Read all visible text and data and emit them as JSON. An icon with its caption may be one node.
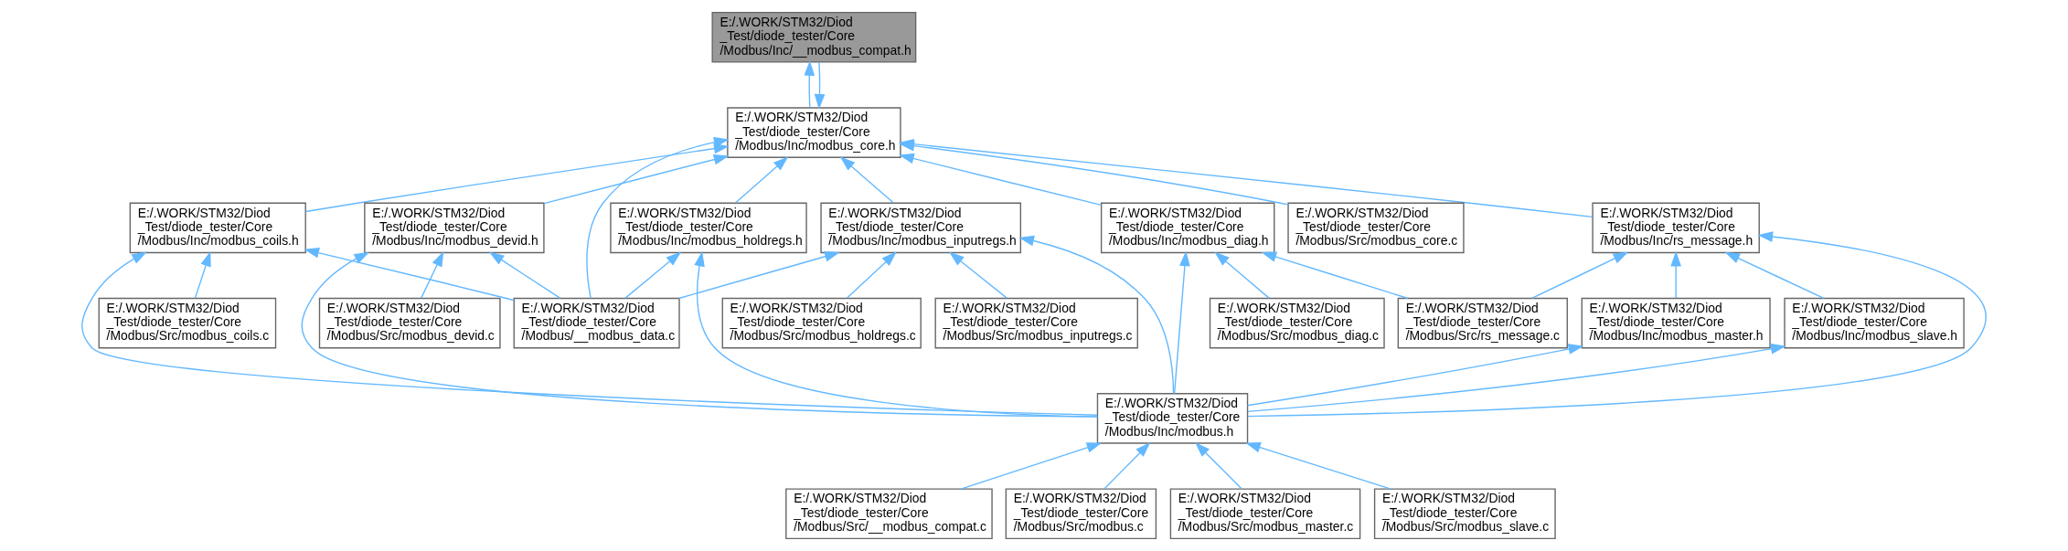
{
  "diagram": {
    "nodes": [
      {
        "text": [
          "E:/.WORK/STM32/Diod _Test/diode_tester/Core /Modbus/Inc/__modbus_compat.h"
        ]
      },
      {
        "text": [
          "E:/.WORK/STM32/Diod _Test/diode_tester/Core /Modbus/Inc/modbus_core.h"
        ]
      },
      {
        "text": [
          "E:/.WORK/STM32/Diod _Test/diode_tester/Core /Modbus/Inc/modbus_coils.h"
        ]
      },
      {
        "text": [
          "E:/.WORK/STM32/Diod _Test/diode_tester/Core /Modbus/Inc/modbus_devid.h"
        ]
      },
      {
        "text": [
          "E:/.WORK/STM32/Diod _Test/diode_tester/Core /Modbus/Inc/modbus_holdregs.h"
        ]
      },
      {
        "text": [
          "E:/.WORK/STM32/Diod _Test/diode_tester/Core /Modbus/Inc/modbus_inputregs.h"
        ]
      },
      {
        "text": [
          "E:/.WORK/STM32/Diod _Test/diode_tester/Core /Modbus/Inc/modbus_diag.h"
        ]
      },
      {
        "text": [
          "E:/.WORK/STM32/Diod _Test/diode_tester/Core /Modbus/Inc/rs_message.h"
        ]
      },
      {
        "text": [
          "E:/.WORK/STM32/Diod _Test/diode_tester/Core /Modbus/Src/modbus_core.c"
        ]
      },
      {
        "text": [
          "E:/.WORK/STM32/Diod _Test/diode_tester/Core /Modbus/Src/modbus_coils.c"
        ]
      },
      {
        "text": [
          "E:/.WORK/STM32/Diod _Test/diode_tester/Core /Modbus/Src/modbus_devid.c"
        ]
      },
      {
        "text": [
          "E:/.WORK/STM32/Diod _Test/diode_tester/Core /Modbus/__modbus_data.c"
        ]
      },
      {
        "text": [
          "E:/.WORK/STM32/Diod _Test/diode_tester/Core /Modbus/Src/modbus_holdregs.c"
        ]
      },
      {
        "text": [
          "E:/.WORK/STM32/Diod _Test/diode_tester/Core /Modbus/Src/modbus_inputregs.c"
        ]
      },
      {
        "text": [
          "E:/.WORK/STM32/Diod _Test/diode_tester/Core /Modbus/Src/modbus_diag.c"
        ]
      },
      {
        "text": [
          "E:/.WORK/STM32/Diod _Test/diode_tester/Core /Modbus/Src/rs_message.c"
        ]
      },
      {
        "text": [
          "E:/.WORK/STM32/Diod _Test/diode_tester/Core /Modbus/Inc/modbus_master.h"
        ]
      },
      {
        "text": [
          "E:/.WORK/STM32/Diod _Test/diode_tester/Core /Modbus/Inc/modbus_slave.h"
        ]
      },
      {
        "text": [
          "E:/.WORK/STM32/Diod _Test/diode_tester/Core /Modbus/Inc/modbus.h"
        ]
      },
      {
        "text": [
          "E:/.WORK/STM32/Diod _Test/diode_tester/Core /Modbus/Src/__modbus_compat.c"
        ]
      },
      {
        "text": [
          "E:/.WORK/STM32/Diod _Test/diode_tester/Core /Modbus/Src/modbus.c"
        ]
      },
      {
        "text": [
          "E:/.WORK/STM32/Diod _Test/diode_tester/Core /Modbus/Src/modbus_master.c"
        ]
      },
      {
        "text": [
          "E:/.WORK/STM32/Diod _Test/diode_tester/Core /Modbus/Src/modbus_slave.c"
        ]
      }
    ],
    "edges": [
      {
        "from": 1,
        "to": 0,
        "arrow": "to"
      },
      {
        "from": 0,
        "to": 1,
        "arrow": "to"
      },
      {
        "from": 2,
        "to": 1,
        "arrow": "to"
      },
      {
        "from": 3,
        "to": 1,
        "arrow": "to"
      },
      {
        "from": 4,
        "to": 1,
        "arrow": "to"
      },
      {
        "from": 5,
        "to": 1,
        "arrow": "to"
      },
      {
        "from": 6,
        "to": 1,
        "arrow": "to"
      },
      {
        "from": 7,
        "to": 1,
        "arrow": "to"
      },
      {
        "from": 8,
        "to": 1,
        "arrow": "to"
      },
      {
        "from": 11,
        "to": 1,
        "arrow": "to"
      },
      {
        "from": 9,
        "to": 2,
        "arrow": "to"
      },
      {
        "from": 11,
        "to": 2,
        "arrow": "to"
      },
      {
        "from": 18,
        "to": 2,
        "arrow": "to"
      },
      {
        "from": 10,
        "to": 3,
        "arrow": "to"
      },
      {
        "from": 11,
        "to": 3,
        "arrow": "to"
      },
      {
        "from": 18,
        "to": 3,
        "arrow": "to"
      },
      {
        "from": 11,
        "to": 4,
        "arrow": "to"
      },
      {
        "from": 18,
        "to": 4,
        "arrow": "to"
      },
      {
        "from": 11,
        "to": 5,
        "arrow": "to"
      },
      {
        "from": 12,
        "to": 5,
        "arrow": "to"
      },
      {
        "from": 13,
        "to": 5,
        "arrow": "to"
      },
      {
        "from": 18,
        "to": 5,
        "arrow": "to"
      },
      {
        "from": 14,
        "to": 6,
        "arrow": "to"
      },
      {
        "from": 15,
        "to": 6,
        "arrow": "to"
      },
      {
        "from": 18,
        "to": 6,
        "arrow": "to"
      },
      {
        "from": 15,
        "to": 7,
        "arrow": "to"
      },
      {
        "from": 16,
        "to": 7,
        "arrow": "to"
      },
      {
        "from": 17,
        "to": 7,
        "arrow": "to"
      },
      {
        "from": 18,
        "to": 7,
        "arrow": "to"
      },
      {
        "from": 18,
        "to": 16,
        "arrow": "to"
      },
      {
        "from": 18,
        "to": 17,
        "arrow": "to"
      },
      {
        "from": 19,
        "to": 18,
        "arrow": "to"
      },
      {
        "from": 20,
        "to": 18,
        "arrow": "to"
      },
      {
        "from": 21,
        "to": 18,
        "arrow": "to"
      },
      {
        "from": 22,
        "to": 18,
        "arrow": "to"
      }
    ]
  }
}
